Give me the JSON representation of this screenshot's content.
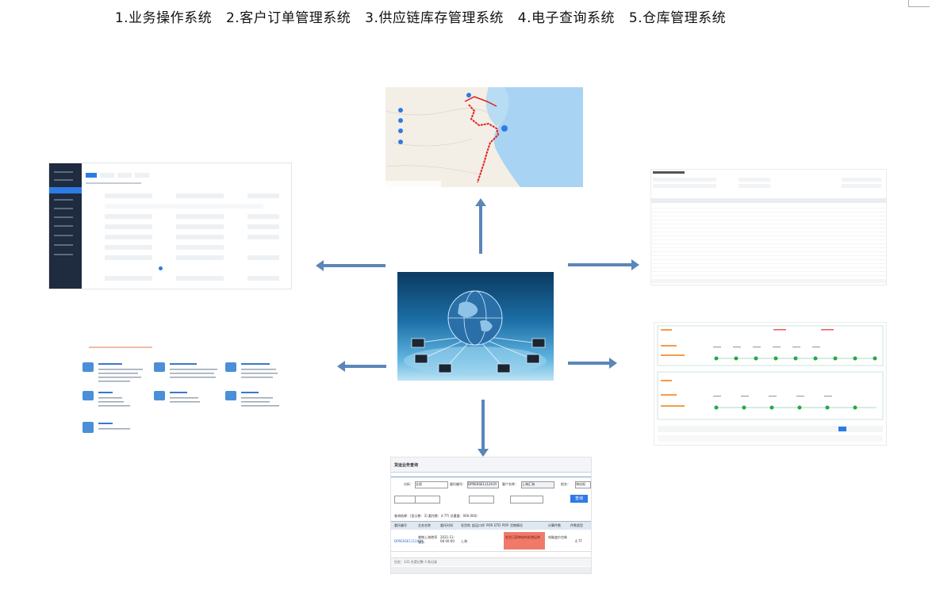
{
  "title_items": [
    "1.业务操作系统",
    "2.客户订单管理系统",
    "3.供应链库存管理系统",
    "4.电子查询系统",
    "5.仓库管理系统"
  ],
  "colors": {
    "arrow": "#5b86b8",
    "sidebar": "#1f2b3e",
    "accent": "#2d7be5",
    "red_route": "#e02020"
  },
  "icons": [
    "globe-network-icon"
  ],
  "bottom_panel": {
    "title": "货运业务查询",
    "label_branch": "分拆：",
    "branch_value": "全部",
    "label_order": "委托编号：",
    "order_value": "DPRE0SE1112A3Y",
    "label_customer": "客户名称：",
    "customer_value": "上海汇海",
    "label_ship": "船名：",
    "ship_value": "海佳船",
    "query_button": "查询",
    "summary": "查询结果：(显示数：3) 委托数：4.7T) 总重量：000.000)",
    "headers": [
      "委托编号",
      "业务名称",
      "委托时间",
      "发货地",
      "起运口岸",
      "POR",
      "ETD",
      "POP",
      "货物情况",
      "计算件数",
      "件数类型"
    ],
    "row": [
      "DPRE0SE1112A3Y",
      "普物上海港湾服务",
      "2021-11-08 00:00",
      "上海",
      "",
      "",
      "",
      "",
      "发货已获审核待发港运单",
      "电脑变价包装",
      "4.7T"
    ],
    "footer": "历史：131 先登记数 3 条记录"
  }
}
